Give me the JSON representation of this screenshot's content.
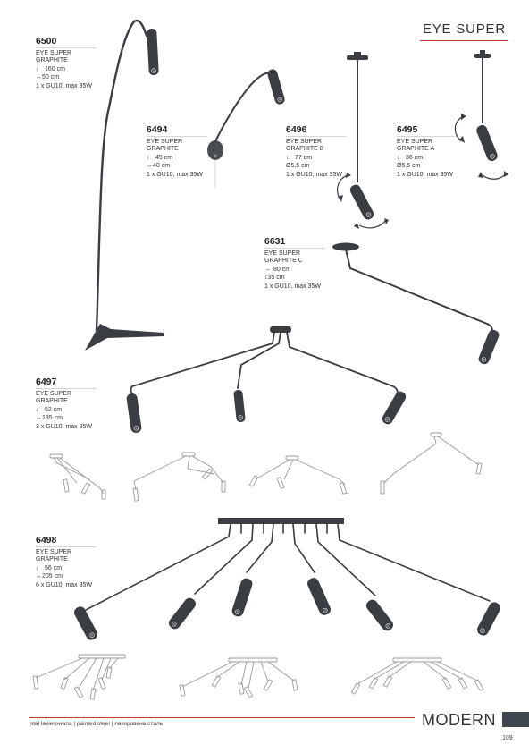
{
  "header": {
    "title": "EYE SUPER"
  },
  "products": [
    {
      "code": "6500",
      "name1": "EYE SUPER",
      "name2": "GRAPHITE",
      "d1_icon": "↕",
      "d1": "160 cm",
      "d2_icon": "↔",
      "d2": "50 cm",
      "bulb": "1 x GU10, max 35W"
    },
    {
      "code": "6494",
      "name1": "EYE SUPER",
      "name2": "GRAPHITE",
      "d1_icon": "↕",
      "d1": "45 cm",
      "d2_icon": "↔",
      "d2": "40 cm",
      "bulb": "1 x GU10, max 35W"
    },
    {
      "code": "6496",
      "name1": "EYE SUPER",
      "name2": "GRAPHITE B",
      "d1_icon": "↕",
      "d1": "77 cm",
      "d2_icon": "Ø",
      "d2": "5,5 cm",
      "bulb": "1 x GU10, max 35W"
    },
    {
      "code": "6495",
      "name1": "EYE SUPER",
      "name2": "GRAPHITE A",
      "d1_icon": "↕",
      "d1": "36 cm",
      "d2_icon": "Ø",
      "d2": "5,5 cm",
      "bulb": "1 x GU10, max 35W"
    },
    {
      "code": "6631",
      "name1": "EYE SUPER",
      "name2": "GRAPHITE C",
      "d1_icon": "↔",
      "d1": "80 cm",
      "d2_icon": "↕",
      "d2": "35 cm",
      "bulb": "1 x GU10, max 35W"
    },
    {
      "code": "6497",
      "name1": "EYE SUPER",
      "name2": "GRAPHITE",
      "d1_icon": "↕",
      "d1": "52 cm",
      "d2_icon": "↔",
      "d2": "135 cm",
      "bulb": "3 x GU10, max 35W"
    },
    {
      "code": "6498",
      "name1": "EYE SUPER",
      "name2": "GRAPHITE",
      "d1_icon": "↕",
      "d1": "56 cm",
      "d2_icon": "↔",
      "d2": "205 cm",
      "bulb": "6 x GU10, max 35W"
    }
  ],
  "footer": {
    "material": "stal lakierowana  |  painted steel  |  лакирована сталь",
    "collection": "MODERN",
    "page": "109"
  },
  "colors": {
    "accent": "#c23a3a",
    "lamp": "#3a3d42",
    "sketch": "#9a9a9a"
  }
}
